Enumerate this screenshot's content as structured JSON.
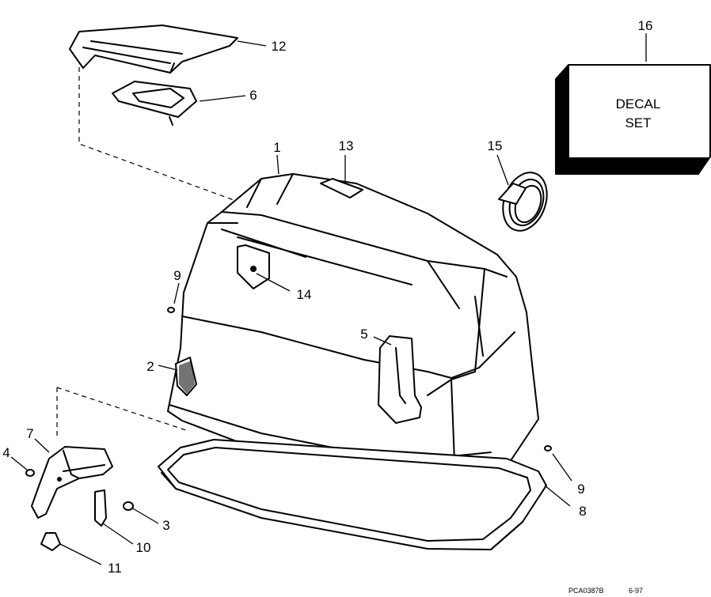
{
  "callouts": {
    "c1": "1",
    "c2": "2",
    "c3": "3",
    "c4": "4",
    "c5": "5",
    "c6": "6",
    "c7": "7",
    "c8": "8",
    "c9a": "9",
    "c9b": "9",
    "c10": "10",
    "c11": "11",
    "c12": "12",
    "c13": "13",
    "c14": "14",
    "c15": "15",
    "c16": "16"
  },
  "decal": {
    "line1": "DECAL",
    "line2": "SET"
  },
  "drawing_code": "PCA0387B",
  "drawing_date": "6-97"
}
